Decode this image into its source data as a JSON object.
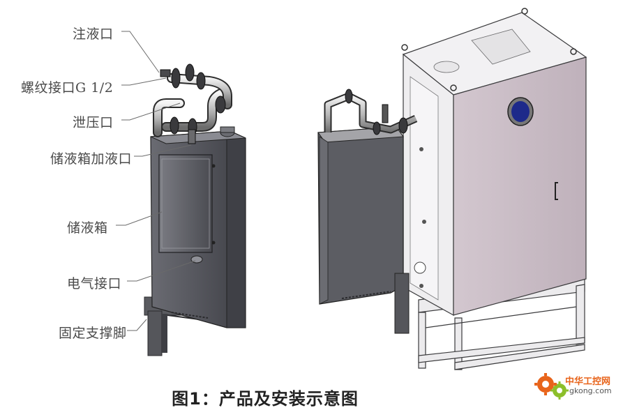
{
  "callouts": {
    "fill_port": "注液口",
    "thread_port": "螺纹接口G 1/2",
    "relief_port": "泄压口",
    "tank_fill_port": "储液箱加液口",
    "reservoir": "储液箱",
    "electrical_port": "电气接口",
    "mount_bracket": "固定支撑脚"
  },
  "caption": "图1：产品及安装示意图",
  "watermark": {
    "cn": "中华工控网",
    "en": "gkong.com"
  },
  "colors": {
    "tank_dark": "#5b5c63",
    "cabinet_pink": "#c9bcc6",
    "frame_light": "#e8e6e8",
    "porthole_blue": "#1d2a8a",
    "watermark_orange": "#e8641b",
    "watermark_green": "#8cbf2a"
  }
}
